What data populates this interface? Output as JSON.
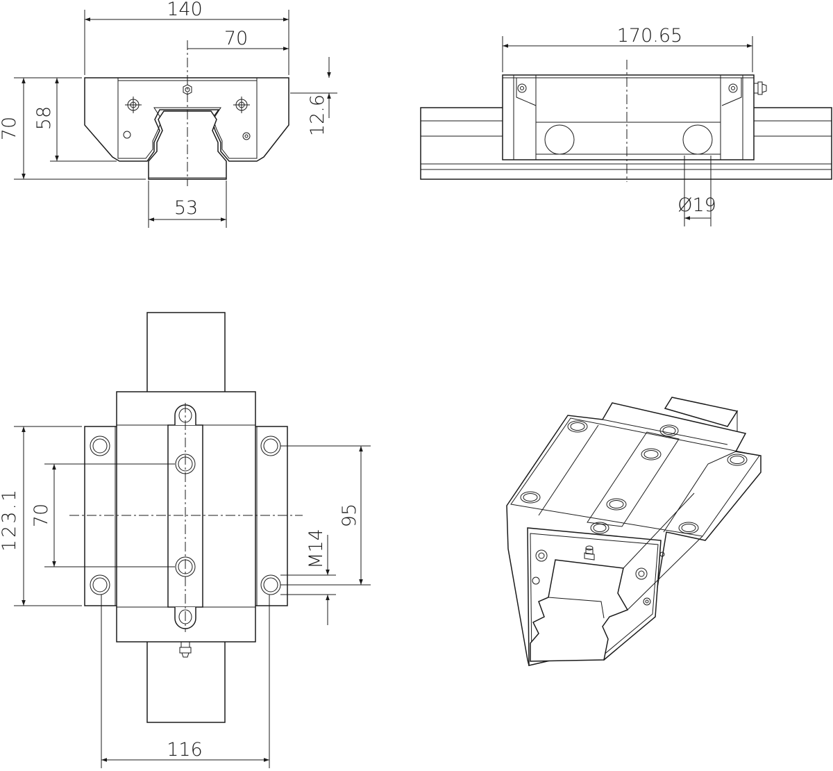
{
  "views": {
    "front": {
      "dims": {
        "width_total": "140",
        "width_half": "70",
        "height_total": "70",
        "height_block": "58",
        "rail_offset": "12.6",
        "rail_width": "53"
      }
    },
    "side": {
      "dims": {
        "length": "170.65",
        "hole_dia": "Ø19"
      }
    },
    "top": {
      "dims": {
        "length_total": "123.1",
        "hole_pitch_long": "70",
        "hole_pitch_trans": "95",
        "thread": "M14",
        "flange_width": "116"
      }
    }
  }
}
